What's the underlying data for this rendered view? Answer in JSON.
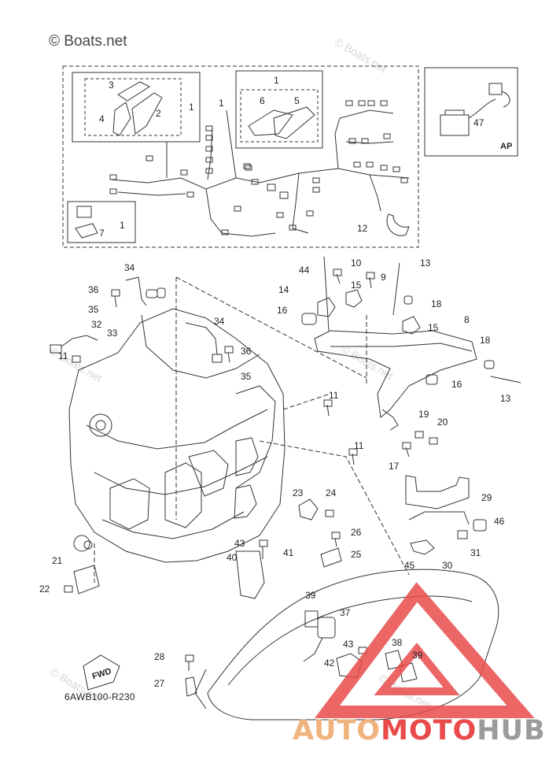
{
  "copyright": "© Boats.net",
  "watermarks": [
    "© Boats.net",
    "© Boats.net",
    "© Boats.net",
    "© Boats.net",
    "© Boats.net"
  ],
  "diagram_code": "6AWB100-R230",
  "ap_label": "AP",
  "fwd_label": "FWD",
  "logo": {
    "auto": "AUTO",
    "moto": "MOTO",
    "hub": "HUB"
  },
  "colors": {
    "line": "#333333",
    "logo_triangle": "#e94b4b",
    "logo_auto": "#f0b37e",
    "logo_hub": "#9b9b9b",
    "watermark": "#d6d6d6"
  },
  "callouts": [
    {
      "label": "3"
    },
    {
      "label": "4"
    },
    {
      "label": "2"
    },
    {
      "label": "1"
    },
    {
      "label": "1"
    },
    {
      "label": "1"
    },
    {
      "label": "6"
    },
    {
      "label": "5"
    },
    {
      "label": "47"
    },
    {
      "label": "1"
    },
    {
      "label": "7"
    },
    {
      "label": "12"
    },
    {
      "label": "34"
    },
    {
      "label": "44"
    },
    {
      "label": "10"
    },
    {
      "label": "13"
    },
    {
      "label": "9"
    },
    {
      "label": "14"
    },
    {
      "label": "15"
    },
    {
      "label": "18"
    },
    {
      "label": "36"
    },
    {
      "label": "35"
    },
    {
      "label": "16"
    },
    {
      "label": "8"
    },
    {
      "label": "32"
    },
    {
      "label": "33"
    },
    {
      "label": "34"
    },
    {
      "label": "15"
    },
    {
      "label": "18"
    },
    {
      "label": "36"
    },
    {
      "label": "11"
    },
    {
      "label": "35"
    },
    {
      "label": "16"
    },
    {
      "label": "13"
    },
    {
      "label": "11"
    },
    {
      "label": "19"
    },
    {
      "label": "20"
    },
    {
      "label": "11"
    },
    {
      "label": "17"
    },
    {
      "label": "23"
    },
    {
      "label": "24"
    },
    {
      "label": "29"
    },
    {
      "label": "46"
    },
    {
      "label": "26"
    },
    {
      "label": "43"
    },
    {
      "label": "25"
    },
    {
      "label": "31"
    },
    {
      "label": "30"
    },
    {
      "label": "45"
    },
    {
      "label": "21"
    },
    {
      "label": "40"
    },
    {
      "label": "41"
    },
    {
      "label": "22"
    },
    {
      "label": "39"
    },
    {
      "label": "37"
    },
    {
      "label": "38"
    },
    {
      "label": "43"
    },
    {
      "label": "39"
    },
    {
      "label": "42"
    },
    {
      "label": "28"
    },
    {
      "label": "27"
    }
  ]
}
